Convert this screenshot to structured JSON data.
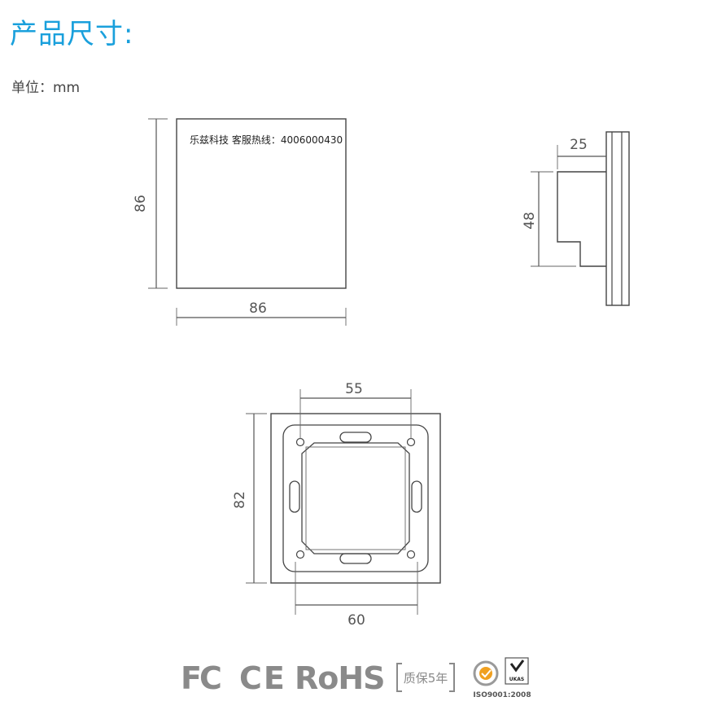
{
  "heading": "产品尺寸:",
  "unit_label": "单位：mm",
  "front_view": {
    "face_text": "乐兹科技 客服热线：4006000430",
    "height_label": "86",
    "width_label": "86"
  },
  "side_view": {
    "depth_label": "25",
    "body_height_label": "48"
  },
  "back_view": {
    "top_width_label": "55",
    "height_label": "82",
    "bottom_width_label": "60"
  },
  "certifications": {
    "fc": "FC",
    "ce": "CE",
    "rohs": "RoHS",
    "warranty": "质保5年",
    "iso": "ISO9001:2008",
    "ukas": "UKAS"
  },
  "colors": {
    "heading": "#1aa0dc",
    "line": "#555555",
    "cert": "#8a8a8a"
  }
}
